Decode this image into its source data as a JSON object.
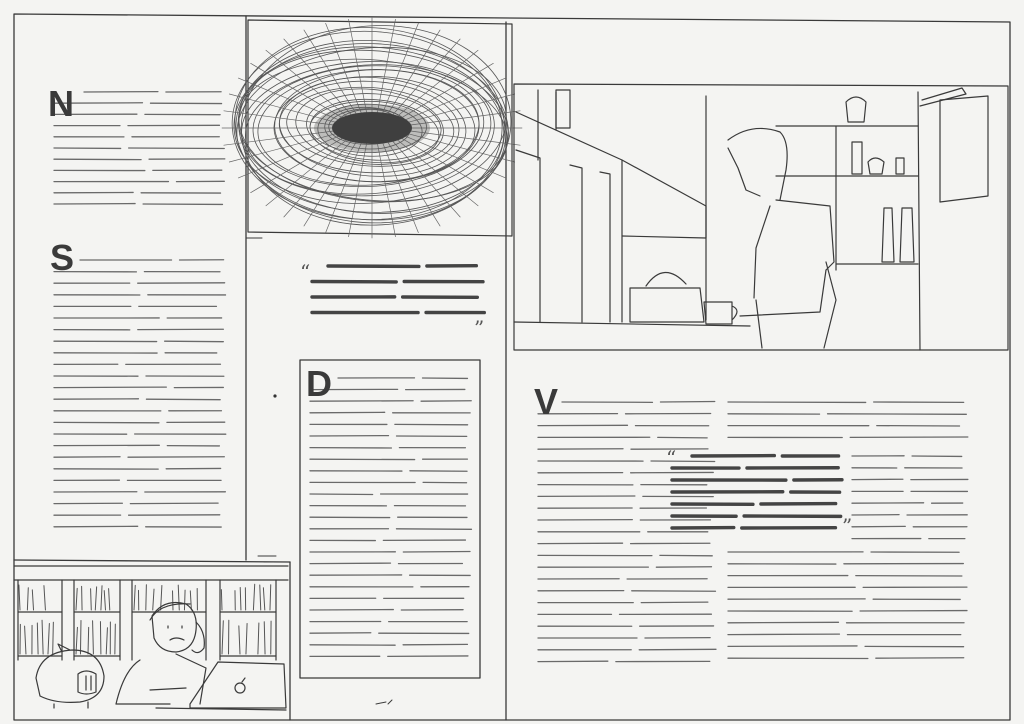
{
  "dropcaps": {
    "n": "N",
    "s": "S",
    "d": "D",
    "v": "V"
  },
  "quote_marks": {
    "open": "“",
    "close": "”"
  },
  "colors": {
    "ink": "#3a3a3a",
    "paper": "#f4f4f2",
    "heavy_ink": "#444444"
  }
}
